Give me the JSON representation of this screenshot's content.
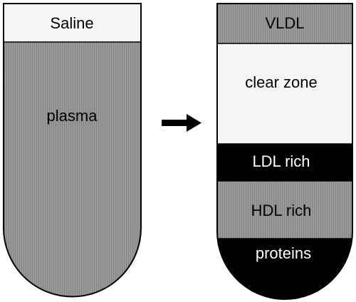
{
  "before_tube": {
    "saline_label": "Saline",
    "plasma_label": "plasma"
  },
  "after_tube": {
    "layers": [
      {
        "label": "VLDL",
        "color": "#8a8a8a"
      },
      {
        "label": "clear zone",
        "color": "#f5f5f5"
      },
      {
        "label": "LDL rich",
        "color": "#000000"
      },
      {
        "label": "HDL rich",
        "color": "#8a8a8a"
      },
      {
        "label": "proteins",
        "color": "#000000"
      }
    ]
  },
  "arrow": {
    "direction": "right"
  },
  "colors": {
    "saline": "#f5f5f5",
    "hatched_gray": "#8a8a8a",
    "dark": "#000000",
    "outline": "#000000"
  }
}
